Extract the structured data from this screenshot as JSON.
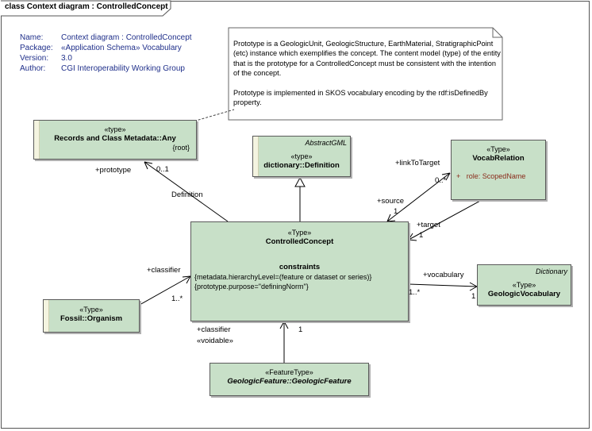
{
  "diagram": {
    "title": "class Context diagram : ControlledConcept",
    "metadata": [
      {
        "key": "Name:",
        "value": "Context diagram : ControlledConcept"
      },
      {
        "key": "Package:",
        "value": "«Application Schema» Vocabulary"
      },
      {
        "key": "Version:",
        "value": "3.0"
      },
      {
        "key": "Author:",
        "value": "CGI Interoperability Working Group"
      }
    ],
    "note": {
      "p1": "Prototype is a GeologicUnit, GeologicStructure, EarthMaterial, StratigraphicPoint (etc) instance which exemplifies the concept.  The content model (type) of the entity that is the prototype for a ControlledConcept must be consistent with the intention of the concept.",
      "p2": "Prototype is implemented in SKOS vocabulary encoding by the rdf:isDefinedBy property."
    },
    "classes": {
      "records": {
        "stereotype": "«type»",
        "name": "Records and Class Metadata::Any",
        "tag": "{root}"
      },
      "definition": {
        "package": "AbstractGML",
        "stereotype": "«type»",
        "name": "dictionary::Definition"
      },
      "vocab_relation": {
        "stereotype": "«Type»",
        "name": "VocabRelation",
        "attr_vis": "+",
        "attr": "role:  ScopedName"
      },
      "controlled_concept": {
        "stereotype": "«Type»",
        "name": "ControlledConcept",
        "section": "constraints",
        "c1": "{metadata.hierarchyLevel=(feature or dataset or series)}",
        "c2": "{prototype.purpose=\"definingNorm\"}"
      },
      "fossil": {
        "stereotype": "«Type»",
        "name": "Fossil::Organism"
      },
      "vocabulary": {
        "package": "Dictionary",
        "stereotype": "«Type»",
        "name": "GeologicVocabulary"
      },
      "geologic_feature": {
        "stereotype": "«FeatureType»",
        "name": "GeologicFeature::GeologicFeature"
      }
    },
    "labels": {
      "prototype": "+prototype",
      "prototype_mult": "0..1",
      "definition": "Definition",
      "link_to_target": "+linkToTarget",
      "link_mult": "0..*",
      "source": "+source",
      "source_mult": "1",
      "target": "+target",
      "target_mult": "1",
      "classifier_fossil": "+classifier",
      "fossil_mult": "1..*",
      "vocabulary": "+vocabulary",
      "vocab_mult_cc": "1..*",
      "vocab_mult_gv": "1",
      "classifier_gf": "+classifier",
      "voidable": "«voidable»",
      "gf_mult": "1"
    }
  }
}
